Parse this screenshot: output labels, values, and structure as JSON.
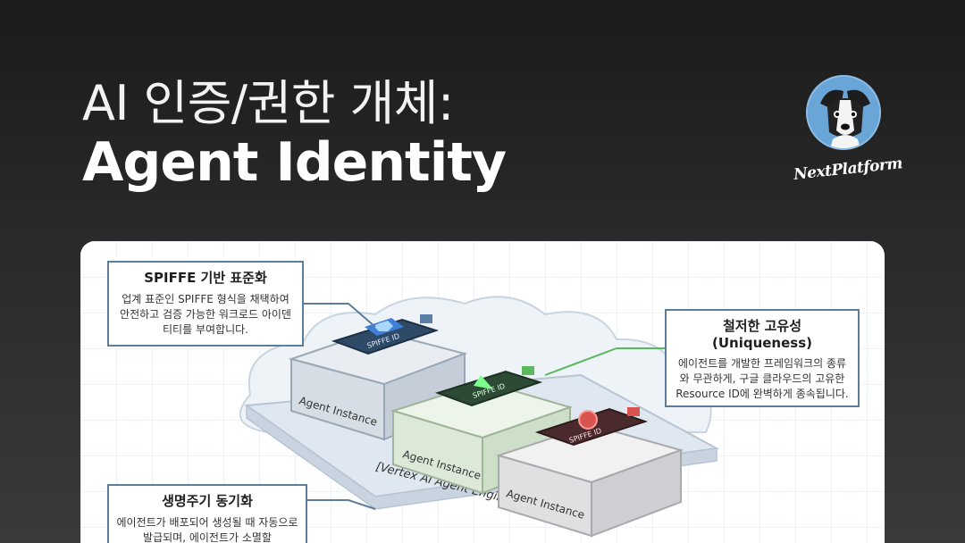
{
  "title": {
    "line1": "AI 인증/권한 개체:",
    "line2": "Agent Identity"
  },
  "brand": {
    "name": "NextPlatform"
  },
  "diagram": {
    "callouts": {
      "spiffe": {
        "title": "SPIFFE 기반 표준화",
        "body": "업계 표준인 SPIFFE 형식을 채택하여 안전하고 검증 가능한 워크로드 아이덴티티를 부여합니다."
      },
      "uniqueness": {
        "title": "철저한 고유성 (Uniqueness)",
        "body": "에이전트를 개발한 프레임워크의 종류와 무관하게, 구글 클라우드의 고유한 Resource ID에 완벽하게 종속됩니다."
      },
      "lifecycle": {
        "title": "생명주기 동기화",
        "body": "에이전트가 배포되어 생성될 때 자동으로 발급되며, 에이전트가 소멸할"
      }
    },
    "labels": {
      "instance": "Agent Instance",
      "card": "SPIFFE ID",
      "engine": "[Vertex AI Agent Engine]"
    },
    "colors": {
      "blue_card": "#3f7fd6",
      "green_card": "#5cb85c",
      "red_card": "#d9534f",
      "callout_border": "#5f7d98"
    }
  }
}
